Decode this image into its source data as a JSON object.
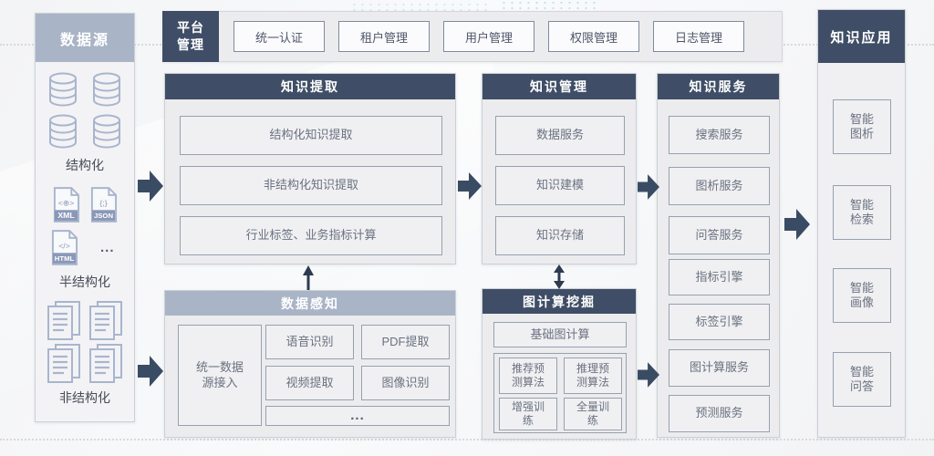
{
  "palette": {
    "dark_header": "#3f4e66",
    "light_header": "#a9b4c6",
    "panel_bg": "#ececee",
    "box_border": "#97a0af",
    "box_text": "#6a7180",
    "arrow": "#3a4c63"
  },
  "data_source": {
    "title": "数据源",
    "structured_label": "结构化",
    "semi_structured_label": "半结构化",
    "unstructured_label": "非结构化",
    "file_types": [
      "XML",
      "JSON",
      "HTML"
    ],
    "file_glyphs": [
      "<⊕>",
      "{;}",
      "</>"
    ],
    "ellipsis": "..."
  },
  "platform": {
    "title": "平台管理",
    "items": [
      "统一认证",
      "租户管理",
      "用户管理",
      "权限管理",
      "日志管理"
    ]
  },
  "knowledge_extraction": {
    "title": "知识提取",
    "items": [
      "结构化知识提取",
      "非结构化知识提取",
      "行业标签、业务指标计算"
    ]
  },
  "data_perception": {
    "title": "数据感知",
    "source_access": "统一数据源接入",
    "items": [
      "语音识别",
      "PDF提取",
      "视频提取",
      "图像识别"
    ],
    "ellipsis": "..."
  },
  "knowledge_management": {
    "title": "知识管理",
    "items": [
      "数据服务",
      "知识建模",
      "知识存储"
    ]
  },
  "graph_mining": {
    "title": "图计算挖掘",
    "base_item": "基础图计算",
    "items": [
      "推荐预测算法",
      "推理预测算法",
      "增强训练",
      "全量训练"
    ]
  },
  "knowledge_service": {
    "title": "知识服务",
    "items": [
      "搜索服务",
      "图析服务",
      "问答服务",
      "指标引擎",
      "标签引擎",
      "图计算服务",
      "预测服务"
    ]
  },
  "knowledge_application": {
    "title": "知识应用",
    "items": [
      "智能图析",
      "智能检索",
      "智能画像",
      "智能问答"
    ]
  }
}
